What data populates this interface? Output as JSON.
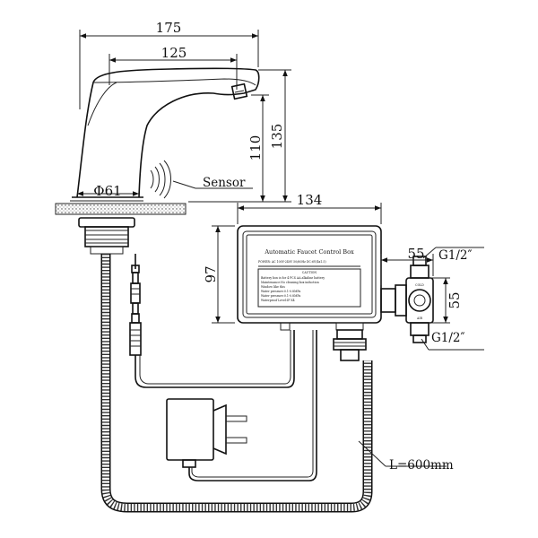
{
  "dimensions": {
    "overall_width": "175",
    "spout_reach": "125",
    "spout_height_total": "135",
    "sensor_height": "110",
    "base_diameter": "Φ61",
    "box_width": "134",
    "box_height": "97",
    "valve_width": "55",
    "valve_height": "55",
    "inlet_top": "G1/2″",
    "inlet_bottom": "G1/2″",
    "hose_length": "L=600mm"
  },
  "labels": {
    "sensor": "Sensor"
  },
  "control_box": {
    "title": "Automatic Faucet Control Box",
    "power": "POWER: AC 100V-240V 50/60Hz DC:6V(4x1.5)",
    "caution_heading": "CAUTION",
    "lines": [
      "Battery box is for 4 PCS AA alkaline battery",
      "Maintenance:No cleaning box induction",
      "Window like this",
      "Water pressure:0.1-0.8MPa",
      "Water pressure:0.1-0.8MPa",
      "Waterproof Level:IP X4"
    ]
  },
  "valve_marks": {
    "top": "COLD",
    "bottom": "AIR"
  }
}
